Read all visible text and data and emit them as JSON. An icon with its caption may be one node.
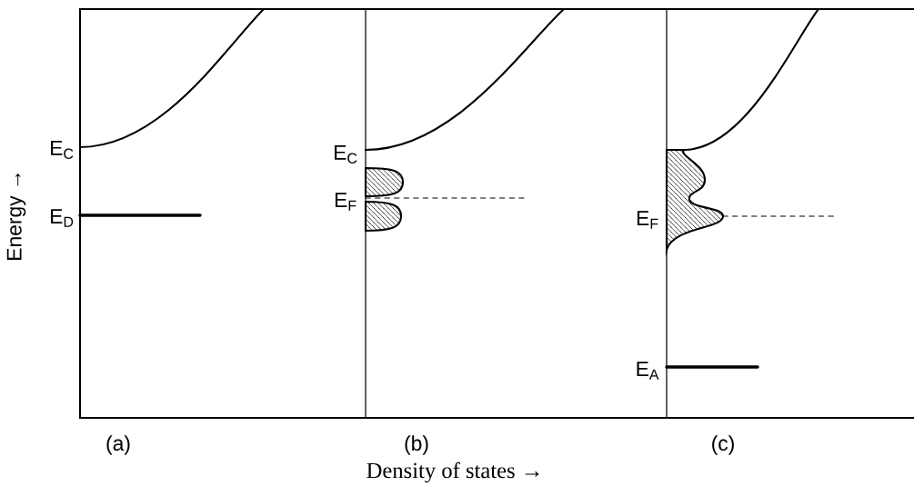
{
  "diagram": {
    "labels": [
      "Energy →",
      "E$_{C}$",
      "E$_{D}$",
      "E$_{C}$",
      "E$_{F}$",
      "E$_{F}$",
      "E$_{A}$",
      "(a)",
      "(b)",
      "(c)",
      "Density of states →"
    ]
  }
}
